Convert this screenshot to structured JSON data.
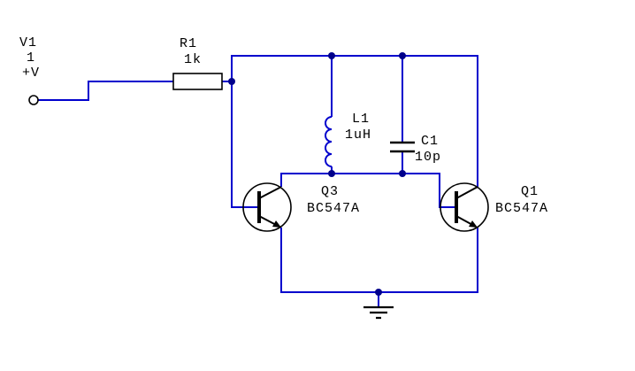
{
  "schematic": {
    "colors": {
      "wire": "#0000cd",
      "symbol": "#000000",
      "junction": "#00008b",
      "label": "#000000",
      "background": "#ffffff"
    },
    "source_v1": {
      "designator": "V1",
      "value": "1",
      "terminal": "+V"
    },
    "resistor_r1": {
      "designator": "R1",
      "value": "1k"
    },
    "inductor_l1": {
      "designator": "L1",
      "value": "1uH"
    },
    "capacitor_c1": {
      "designator": "C1",
      "value": "10p"
    },
    "transistor_q3": {
      "designator": "Q3",
      "part": "BC547A"
    },
    "transistor_q1": {
      "designator": "Q1",
      "part": "BC547A"
    }
  }
}
